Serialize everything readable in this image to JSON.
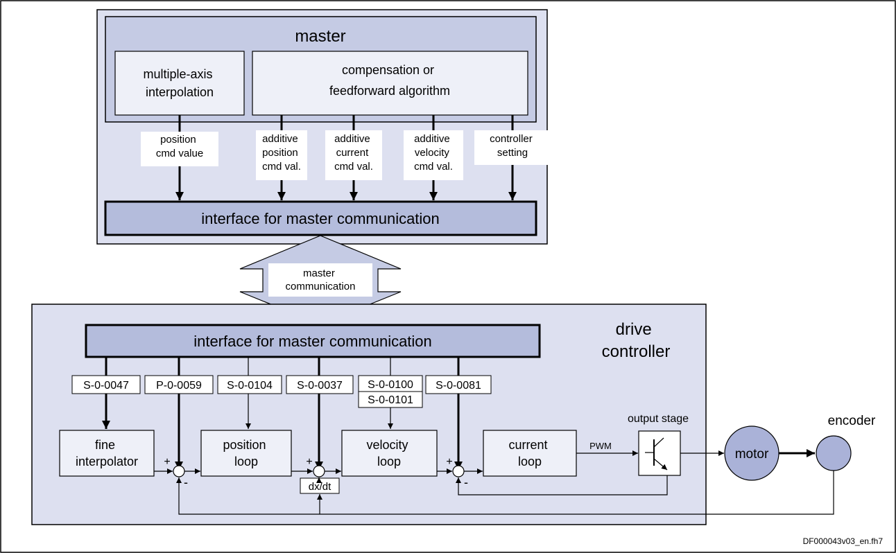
{
  "master": {
    "title": "master",
    "interpolation_lines": [
      "multiple-axis",
      "interpolation"
    ],
    "compensation_lines": [
      "compensation or",
      "feedforward algorithm"
    ],
    "signals": [
      [
        "position",
        "cmd value"
      ],
      [
        "additive",
        "position",
        "cmd val."
      ],
      [
        "additive",
        "current",
        "cmd val."
      ],
      [
        "additive",
        "velocity",
        "cmd val."
      ],
      [
        "controller",
        "setting"
      ]
    ],
    "interface_label": "interface for master communication"
  },
  "communication": {
    "lines": [
      "master",
      "communication"
    ]
  },
  "drive": {
    "title_lines": [
      "drive",
      "controller"
    ],
    "interface_label": "interface for master communication",
    "params": [
      [
        "S-0-0047"
      ],
      [
        "P-0-0059"
      ],
      [
        "S-0-0104"
      ],
      [
        "S-0-0037"
      ],
      [
        "S-0-0100",
        "S-0-0101"
      ],
      [
        "S-0-0081"
      ]
    ],
    "blocks": [
      [
        "fine",
        "interpolator"
      ],
      [
        "position",
        "loop"
      ],
      [
        "velocity",
        "loop"
      ],
      [
        "current",
        "loop"
      ]
    ],
    "dxdt": "dx/dt",
    "pwm": "PWM",
    "output_stage": "output stage",
    "plus": "+",
    "minus": "-"
  },
  "motor": "motor",
  "encoder": "encoder",
  "footer": "DF000043v03_en.fh7",
  "colors": {
    "master_panel": "#c5cbe4",
    "drive_panel": "#dde0f0",
    "interface_bar": "#b4bcdc",
    "block_fill": "#eef0f8",
    "circle_fill": "#aab2d8",
    "stroke": "#000000"
  }
}
